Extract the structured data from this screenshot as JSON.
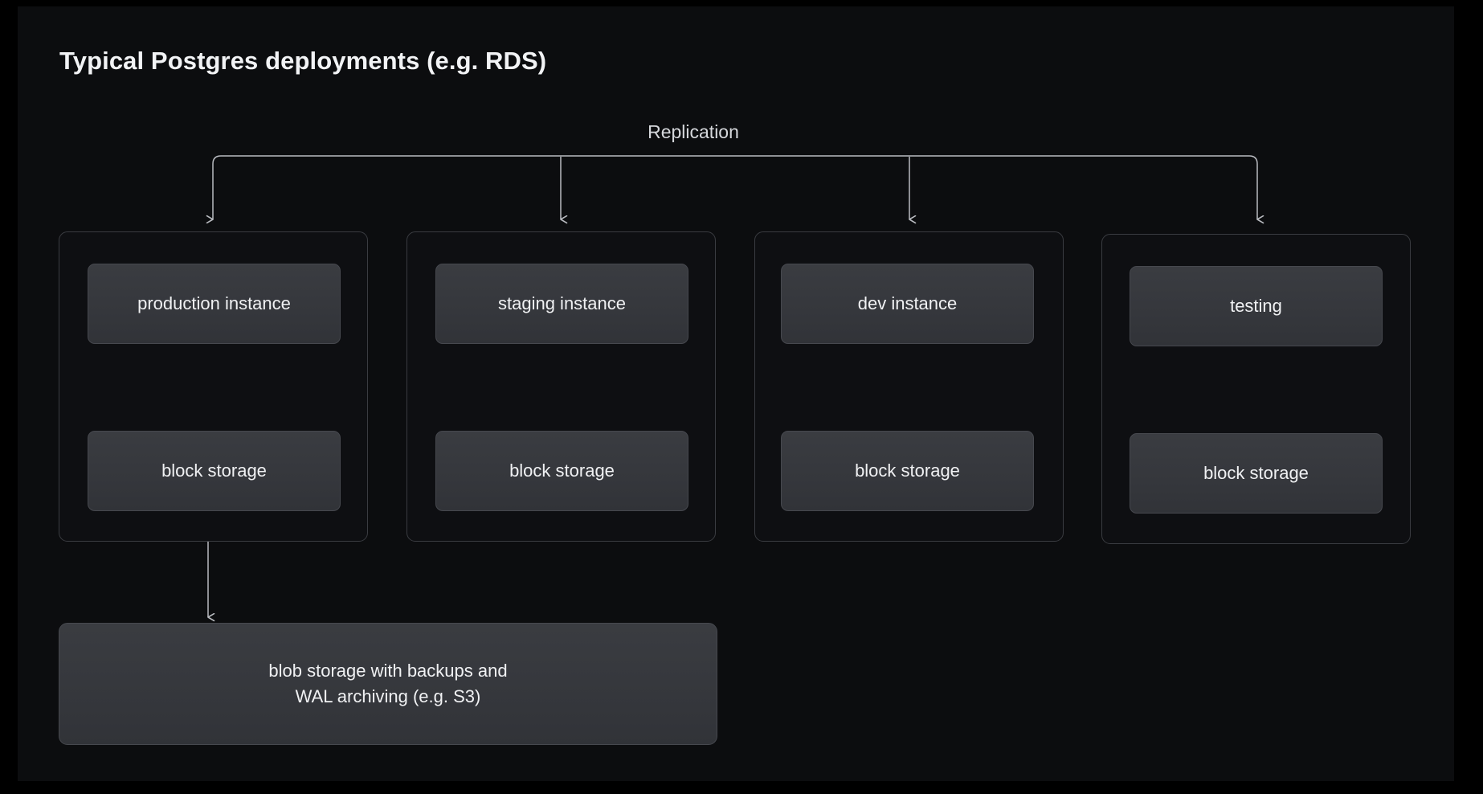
{
  "diagram": {
    "title": "Typical Postgres deployments (e.g. RDS)",
    "replication_label": "Replication",
    "background_color": "#0c0d0f",
    "outer_margin_color": "#000000",
    "container_border_color": "#3a3c41",
    "node_fill_color": "#35373c",
    "node_border_color": "#46484e",
    "connector_color": "#b9bbc0",
    "text_color": "#f0f1f3",
    "title_color": "#f2f3f5"
  },
  "environments": [
    {
      "id": "production",
      "instance_label": "production instance",
      "storage_label": "block storage",
      "has_blob_arrow": true
    },
    {
      "id": "staging",
      "instance_label": "staging instance",
      "storage_label": "block storage",
      "has_blob_arrow": false
    },
    {
      "id": "dev",
      "instance_label": "dev instance",
      "storage_label": "block storage",
      "has_blob_arrow": false
    },
    {
      "id": "testing",
      "instance_label": "testing",
      "storage_label": "block storage",
      "has_blob_arrow": false
    }
  ],
  "blob_storage": {
    "label": "blob storage with backups and\nWAL archiving (e.g. S3)"
  }
}
